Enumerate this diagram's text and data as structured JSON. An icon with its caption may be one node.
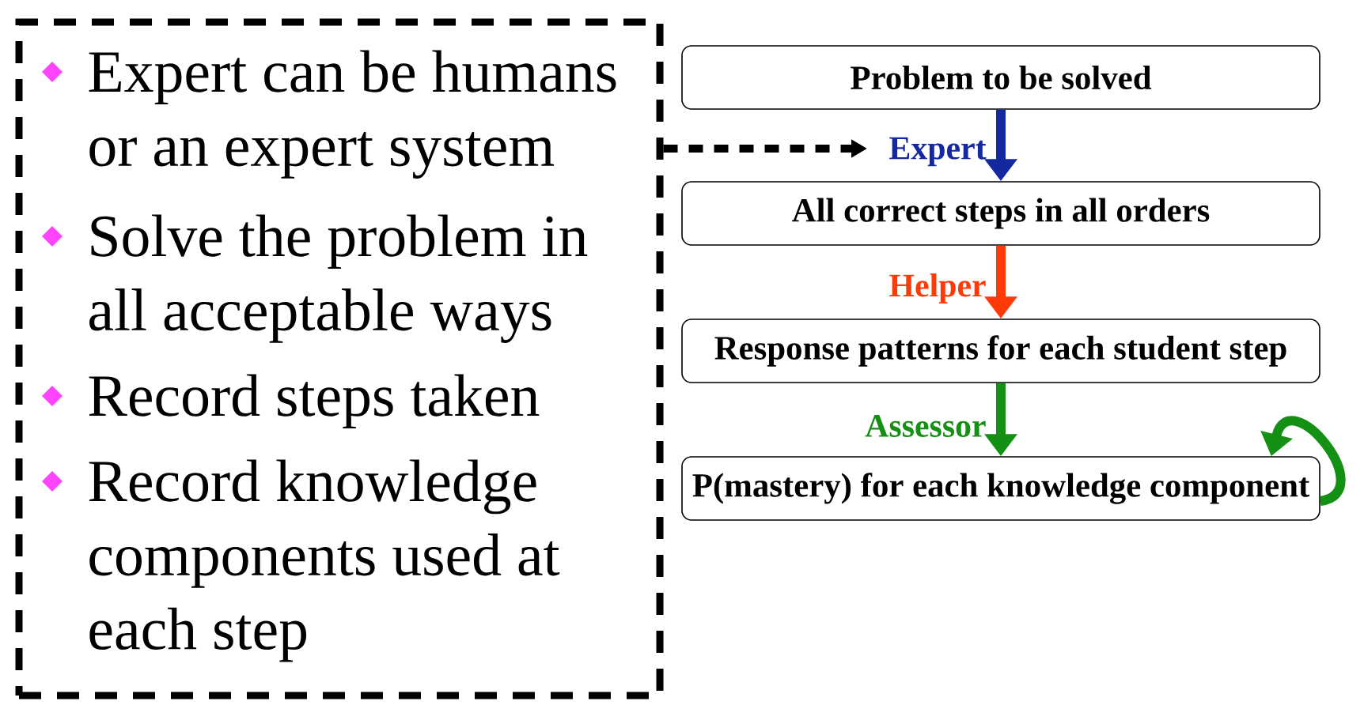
{
  "diagram": {
    "nodes": [
      {
        "text": [
          "Expert can be humans or an expert system",
          "Solve the problem in all acceptable ways",
          "Record steps taken",
          "Record knowledge components used at each step"
        ]
      },
      {
        "text": [
          "Problem to be solved"
        ]
      },
      {
        "text": [
          "All correct steps in all orders"
        ]
      },
      {
        "text": [
          "Response patterns for each student step"
        ]
      },
      {
        "text": [
          "P(mastery) for each knowledge component"
        ]
      }
    ],
    "edges": [
      {
        "from": 0,
        "to": null,
        "arrow": "to",
        "style": "dashed",
        "color": "#000000"
      },
      {
        "from": 1,
        "to": 2,
        "arrow": "to",
        "label": "Expert",
        "color": "#1428a0"
      },
      {
        "from": 2,
        "to": 3,
        "arrow": "to",
        "label": "Helper",
        "color": "#ff3a0a"
      },
      {
        "from": 3,
        "to": 4,
        "arrow": "to",
        "label": "Assessor",
        "color": "#149014"
      },
      {
        "from": 4,
        "to": 4,
        "arrow": "to",
        "color": "#149014"
      }
    ]
  }
}
